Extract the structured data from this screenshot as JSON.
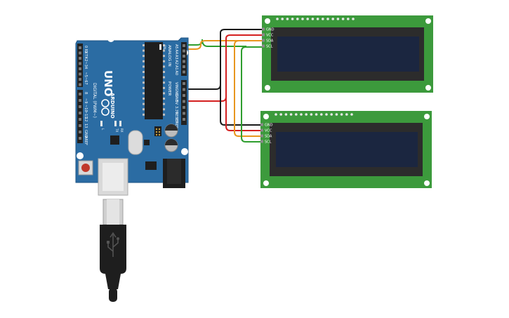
{
  "arduino": {
    "model": "UNO",
    "brand": "ARDUINO",
    "header_labels": {
      "digital": "DIGITAL (PWM~)",
      "analog": "ANALOG IN",
      "power": "POWER",
      "on": "ON",
      "tx": "TX",
      "rx": "RX",
      "l": "L",
      "aref": "AREF",
      "gnd": "GND"
    },
    "digital_pins": [
      "0 RX",
      "1 TX",
      "~2",
      "~3",
      "4",
      "~5",
      "~6",
      "7",
      "8",
      "~9",
      "~10",
      "~11",
      "12",
      "13",
      "GND",
      "AREF"
    ],
    "analog_pins": [
      "A5",
      "A4",
      "A3",
      "A2",
      "A1",
      "A0"
    ],
    "power_pins": [
      "VIN",
      "GND",
      "GND",
      "5V",
      "3.3V",
      "RESET",
      "IOREF"
    ]
  },
  "lcd_modules": [
    {
      "id": "lcd-top",
      "pins": [
        "GND",
        "VCC",
        "SDA",
        "SCL"
      ]
    },
    {
      "id": "lcd-bottom",
      "pins": [
        "GND",
        "VCC",
        "SDA",
        "SCL"
      ]
    }
  ],
  "wires": [
    {
      "from": "arduino.A5",
      "to": "lcd-top.SCL",
      "color": "#2e9e2e"
    },
    {
      "from": "arduino.A4",
      "to": "lcd-top.SDA",
      "color": "#e8961e"
    },
    {
      "from": "arduino.GND",
      "to": "lcd-top.GND",
      "color": "#1a1a1a"
    },
    {
      "from": "arduino.5V",
      "to": "lcd-top.VCC",
      "color": "#d42020"
    },
    {
      "from": "arduino.A5",
      "to": "lcd-bottom.SCL",
      "color": "#2e9e2e"
    },
    {
      "from": "arduino.A4",
      "to": "lcd-bottom.SDA",
      "color": "#e8961e"
    },
    {
      "from": "arduino.GND",
      "to": "lcd-bottom.GND",
      "color": "#1a1a1a"
    },
    {
      "from": "arduino.5V",
      "to": "lcd-bottom.VCC",
      "color": "#d42020"
    }
  ],
  "colors": {
    "board": "#2b6ca3",
    "lcd_pcb": "#3c9a3c",
    "lcd_screen": "#1b2640",
    "wire_black": "#1a1a1a",
    "wire_red": "#d42020",
    "wire_orange": "#e8961e",
    "wire_green": "#2e9e2e"
  }
}
